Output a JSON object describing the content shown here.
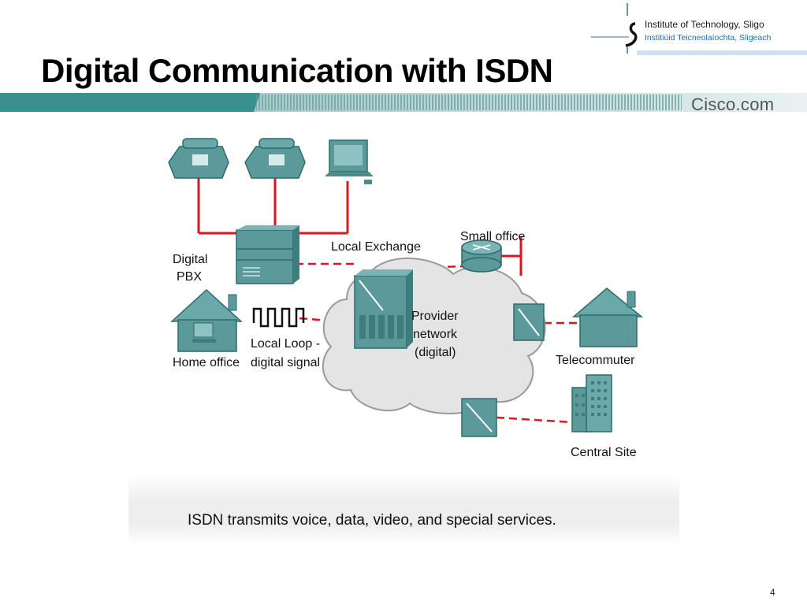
{
  "slide": {
    "title": "Digital Communication with ISDN",
    "page_number": "4"
  },
  "header": {
    "institute_name": "Institute of Technology, Sligo",
    "institute_name_irish": "Institiúid Teicneolaíochta, Sligeach",
    "cisco_brand": "Cisco.com"
  },
  "diagram": {
    "labels": {
      "digital_pbx": "Digital",
      "digital_pbx_2": "PBX",
      "local_exchange": "Local Exchange",
      "small_office": "Small office",
      "provider_network_1": "Provider",
      "provider_network_2": "network",
      "provider_network_3": "(digital)",
      "local_loop_1": "Local Loop -",
      "local_loop_2": "digital signal",
      "home_office": "Home office",
      "telecommuter": "Telecommuter",
      "central_site": "Central Site"
    }
  },
  "caption": {
    "text": "ISDN transmits voice, data, video, and special services."
  },
  "colors": {
    "device_teal": "#5a9a9a",
    "link_red": "#e0141e",
    "banner_teal": "#3d8c8c"
  }
}
